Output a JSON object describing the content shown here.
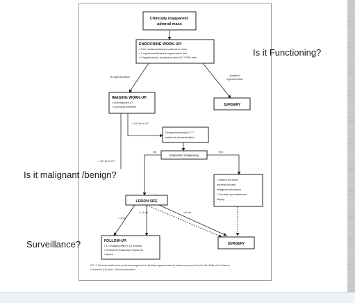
{
  "annotations": {
    "functioning": "Is it Functioning?",
    "malignant": "Is it malignant /benign?",
    "surveillance": "Surveillance?"
  },
  "flowchart": {
    "start": [
      "Clinically inapparent",
      "adrenal mass"
    ],
    "endocrine_title": "ENDOCRINE WORK-UP:",
    "endocrine_items": [
      "• Free metanephrines in plasma or urine",
      "• 1 mg dexamethasone suppression test",
      "• If hypertension: potassium and ALD / PRA ratio"
    ],
    "no_hypersecretion": "No hypersecretion",
    "apparent_hypersecretion": [
      "Apparent",
      "hypersecretion"
    ],
    "surgery_top": "SURGERY",
    "imaging_title": "IMAGING WORK-UP:",
    "imaging_items": [
      "• Unenhanced CT",
      "• Chemical shift MRI"
    ],
    "hu_high": "≥ 10 HU on CT",
    "hu_low": "< 10 HU on CT",
    "delayed_ct": [
      "Delayed enhanced CT /",
      "washout characteristics"
    ],
    "suspected": "Suspected malignancy",
    "no": "NO",
    "yes": "YES",
    "lesion_size": "LESION SIZE",
    "search_box": [
      "• Search for extra",
      "  adrenal primary",
      "  malignant neoplasm",
      "• Consider percutaneous",
      "  biopsy"
    ],
    "size_lt4": "< 4 cm",
    "size_4to6": "4 - 6 cm",
    "size_gt6": "> 6 cm",
    "followup_title": "FOLLOW-UP:",
    "followup_items": [
      "• 1 x imaging after 6-12 months",
      "• Endocrine evaluation 1/year for",
      "  4 years"
    ],
    "surgery_bottom": "SURGERY",
    "caption": [
      "FIG. 7. Recommendations for practical management of clinically inapparent adrenal masses as proposed by the NIH State-of-the-Science",
      "Conference (10). pheo, Pheochromocytoma."
    ]
  }
}
